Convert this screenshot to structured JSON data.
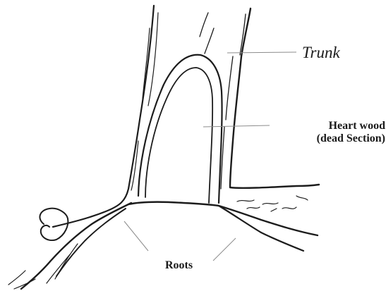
{
  "labels": {
    "trunk": "Trunk",
    "heartwood_line1": "Heart wood",
    "heartwood_line2": "(dead Section)",
    "roots": "Roots"
  },
  "colors": {
    "ink": "#1c1c1c",
    "leader": "#8c8c8c",
    "background": "#ffffff"
  }
}
